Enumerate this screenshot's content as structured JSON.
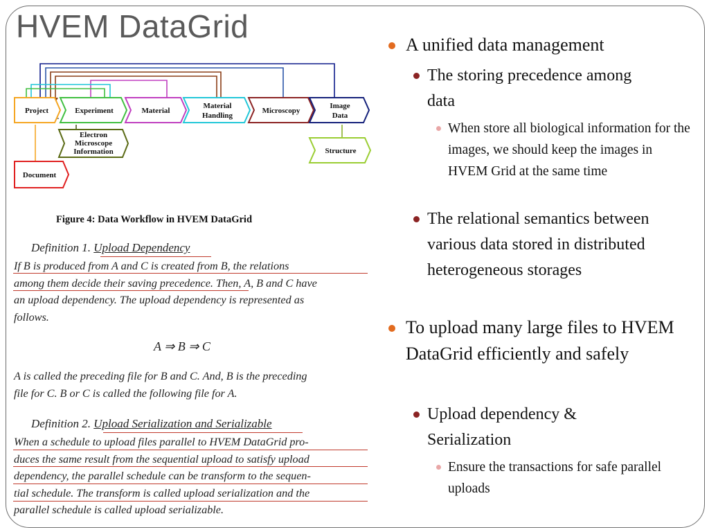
{
  "title": "HVEM DataGrid",
  "figure": {
    "nodes": {
      "project": "Project",
      "experiment": "Experiment",
      "material": "Material",
      "material_handling_1": "Material",
      "material_handling_2": "Handling",
      "microscopy": "Microscopy",
      "image_data_1": "Image",
      "image_data_2": "Data",
      "em_info_1": "Electron",
      "em_info_2": "Microscope",
      "em_info_3": "Information",
      "structure": "Structure",
      "document": "Document"
    },
    "caption": "Figure 4: Data Workflow in HVEM DataGrid"
  },
  "definitions": {
    "def1_prefix": "Definition 1.",
    "def1_name": "Upload Dependency",
    "def1_lines": [
      "If B is produced from A and C is created from B, the relations",
      "among them decide their saving precedence. Then, A, B and C have",
      "an upload dependency. The upload dependency is represented as",
      "follows."
    ],
    "formula": "A ⇒ B ⇒ C",
    "def1_after": [
      "A is called the preceding file for B and C. And, B is the preceding",
      "file for C. B or C is called the following file for A."
    ],
    "def2_prefix": "Definition 2.",
    "def2_name": "Upload Serialization and Serializable",
    "def2_lines": [
      "When a schedule to upload files parallel to HVEM DataGrid pro-",
      "duces the same result from the sequential upload to satisfy upload",
      "dependency, the parallel schedule can be transform to the sequen-",
      "tial schedule. The transform is called upload serialization and the",
      "parallel schedule is called upload serializable."
    ]
  },
  "bullets": {
    "b1": "A unified data management",
    "b1_1": "The storing precedence among data",
    "b1_1_1": "When store all biological information for the images, we should keep the images in HVEM Grid at the same time",
    "b1_2": "The relational semantics between various data stored in distributed heterogeneous storages",
    "b2": "To upload many large files to HVEM DataGrid efficiently and safely",
    "b2_1": "Upload dependency & Serialization",
    "b2_1_1": "Ensure the transactions for safe parallel uploads"
  },
  "colors": {
    "bullet_l1": "#e26b1f",
    "bullet_l2": "#8b2323",
    "bullet_l3": "#e9a7a7",
    "underline": "#c0392b"
  }
}
